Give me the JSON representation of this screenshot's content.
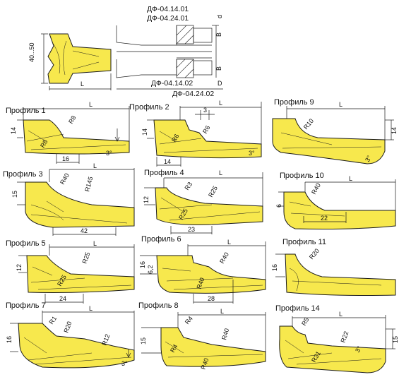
{
  "header": {
    "tool_dims": {
      "height": "40...50",
      "length": "L"
    },
    "codes": [
      "ДФ-04.14.01",
      "ДФ-04.24.01",
      "ДФ-04.14.02",
      "ДФ-04.24.02"
    ],
    "letters": {
      "d": "d",
      "b": "B",
      "D": "D"
    }
  },
  "profiles": [
    {
      "title": "Профиль 1",
      "dims": [
        "L",
        "14",
        "R8",
        "R8",
        "16",
        "3°"
      ]
    },
    {
      "title": "Профиль 2",
      "dims": [
        "L",
        "3",
        "14",
        "R6",
        "R6",
        "14",
        "3°"
      ]
    },
    {
      "title": "Профиль 9",
      "dims": [
        "L",
        "R10",
        "14",
        "3°"
      ]
    },
    {
      "title": "Профиль 3",
      "dims": [
        "L",
        "15",
        "R40",
        "R145",
        "42"
      ]
    },
    {
      "title": "Профиль 4",
      "dims": [
        "L",
        "12",
        "R3",
        "R25",
        "R25",
        "23"
      ]
    },
    {
      "title": "Профиль 10",
      "dims": [
        "L",
        "6",
        "R40",
        "22"
      ]
    },
    {
      "title": "Профиль 5",
      "dims": [
        "L",
        "12",
        "R25",
        "R25",
        "24"
      ]
    },
    {
      "title": "Профиль 6",
      "dims": [
        "L",
        "16",
        "6,2",
        "R40",
        "R40",
        "28"
      ]
    },
    {
      "title": "Профиль 11",
      "dims": [
        "16",
        "R20"
      ]
    },
    {
      "title": "Профиль 7",
      "dims": [
        "L",
        "16",
        "R1",
        "R20",
        "R12",
        "3°"
      ]
    },
    {
      "title": "Профиль 8",
      "dims": [
        "L",
        "15",
        "R4",
        "R4",
        "R40",
        "R40"
      ]
    },
    {
      "title": "Профиль 14",
      "dims": [
        "L",
        "R5",
        "R22",
        "R31",
        "3°",
        "15"
      ]
    }
  ]
}
